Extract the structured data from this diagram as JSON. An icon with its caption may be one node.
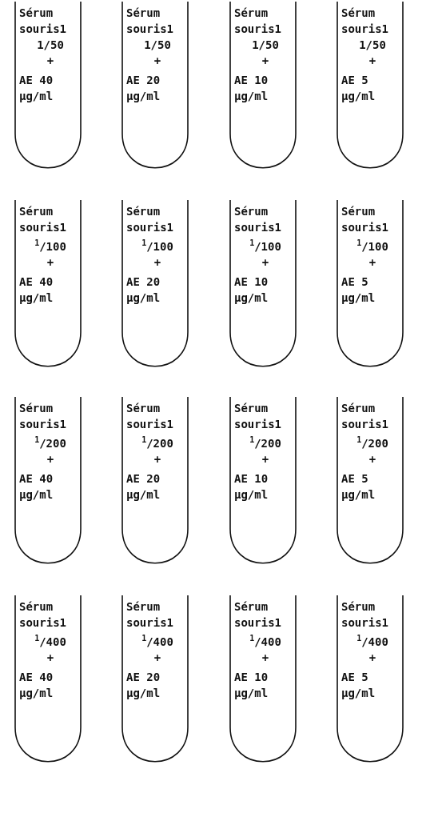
{
  "diagram": {
    "nodes": [
      {
        "text": [
          "Sérum souris1",
          "1/50",
          "+",
          "AE 40 µg/ml"
        ]
      },
      {
        "text": [
          "Sérum souris1",
          "1/50",
          "+",
          "AE 20 µg/ml"
        ]
      },
      {
        "text": [
          "Sérum souris1",
          "1/50",
          "+",
          "AE 10 µg/ml"
        ]
      },
      {
        "text": [
          "Sérum souris1",
          "1/50",
          "+",
          "AE 5 µg/ml"
        ]
      },
      {
        "text": [
          "Sérum souris1",
          "$^{1}$/100",
          "+",
          "AE 40 µg/ml"
        ]
      },
      {
        "text": [
          "Sérum souris1",
          "$^{1}$/100",
          "+",
          "AE 20 µg/ml"
        ]
      },
      {
        "text": [
          "Sérum souris1",
          "$^{1}$/100",
          "+",
          "AE 10 µg/ml"
        ]
      },
      {
        "text": [
          "Sérum souris1",
          "$^{1}$/100",
          "+",
          "AE 5 µg/ml"
        ]
      },
      {
        "text": [
          "Sérum souris1",
          "$^{1}$/200",
          "+",
          "AE 40 µg/ml"
        ]
      },
      {
        "text": [
          "Sérum souris1",
          "$^{1}$/200",
          "+",
          "AE 20 µg/ml"
        ]
      },
      {
        "text": [
          "Sérum souris1",
          "$^{1}$/200",
          "+",
          "AE 10 µg/ml"
        ]
      },
      {
        "text": [
          "Sérum souris1",
          "$^{1}$/200",
          "+",
          "AE 5 µg/ml"
        ]
      },
      {
        "text": [
          "Sérum souris1",
          "$^{1}$/400",
          "+",
          "AE 40 µg/ml"
        ]
      },
      {
        "text": [
          "Sérum souris1",
          "$^{1}$/400",
          "+",
          "AE 20 µg/ml"
        ]
      },
      {
        "text": [
          "Sérum souris1",
          "$^{1}$/400",
          "+",
          "AE 10 µg/ml"
        ]
      },
      {
        "text": [
          "Sérum souris1",
          "$^{1}$/400",
          "+",
          "AE 5 µg/ml"
        ]
      }
    ]
  }
}
